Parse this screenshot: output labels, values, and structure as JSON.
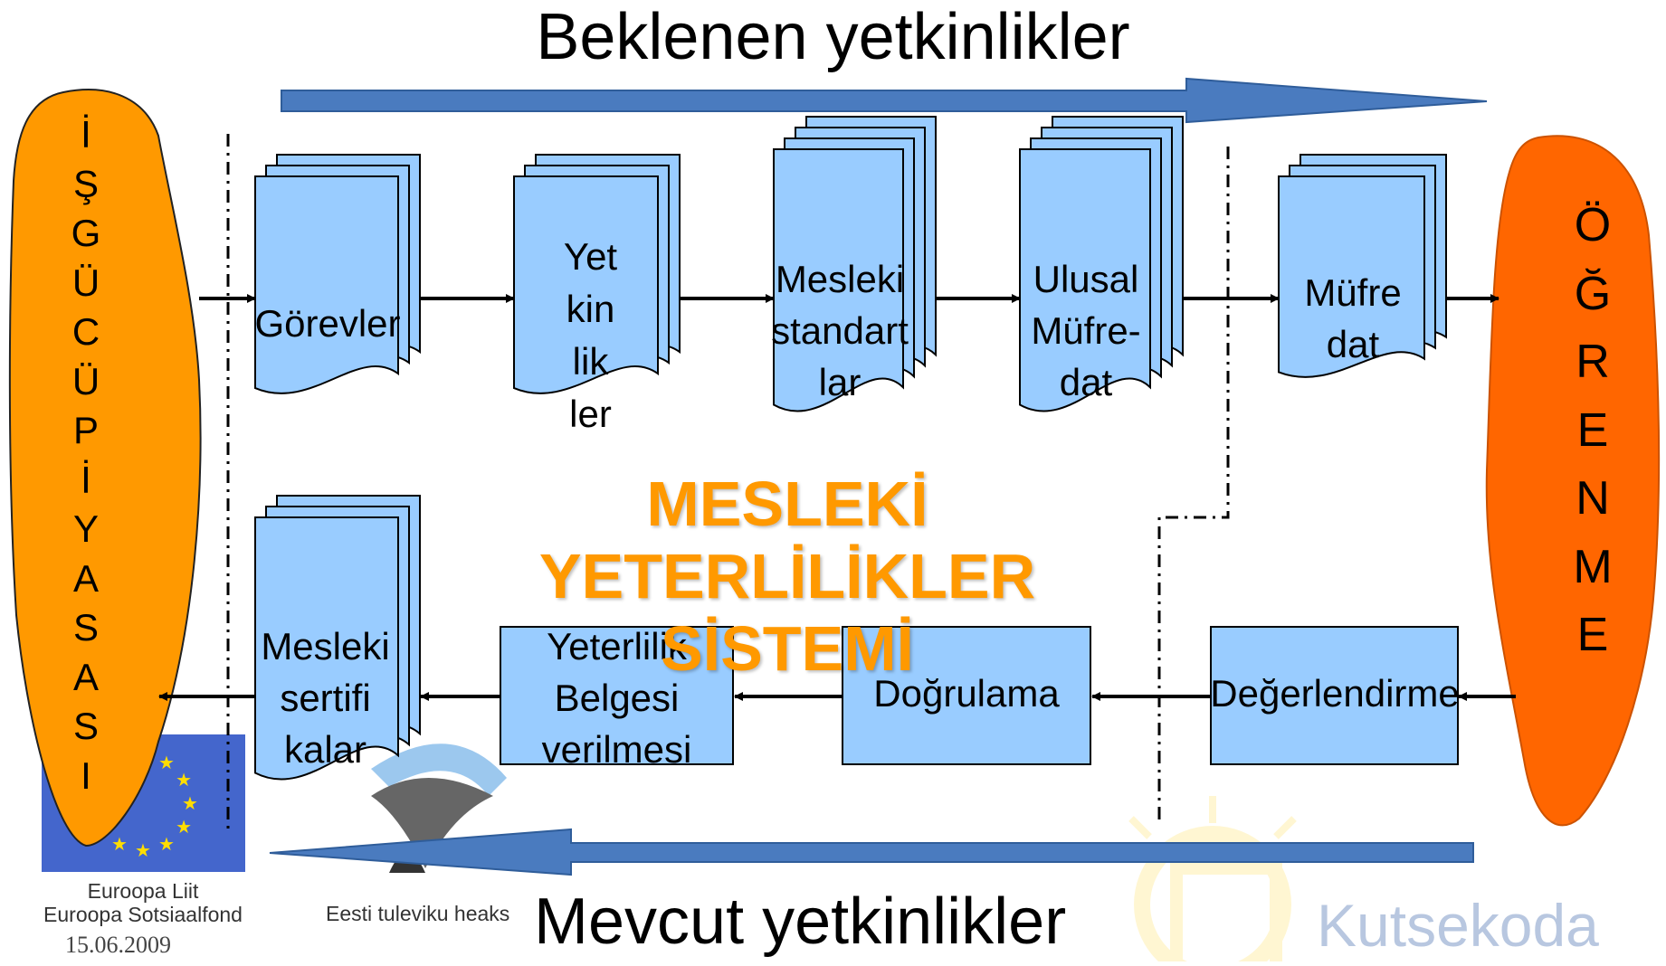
{
  "header": {
    "title_top": "Beklenen yetkinlikler",
    "title_bottom": "Mevcut yetkinlikler"
  },
  "left_blob": {
    "letters": [
      "İ",
      "Ş",
      "G",
      "Ü",
      "C",
      "Ü",
      "P",
      "İ",
      "Y",
      "A",
      "S",
      "A",
      "S",
      "I"
    ],
    "color": "#ff9900"
  },
  "right_blob": {
    "letters": [
      "Ö",
      "Ğ",
      "R",
      "E",
      "N",
      "M",
      "E"
    ],
    "color": "#ff6600"
  },
  "top_docs": [
    {
      "lines": [
        "Görevler"
      ]
    },
    {
      "lines": [
        "Yet",
        "kin",
        "lik",
        "ler"
      ]
    },
    {
      "lines": [
        "Mesleki",
        "standart",
        "lar"
      ]
    },
    {
      "lines": [
        "Ulusal",
        "Müfre-",
        "dat"
      ]
    },
    {
      "lines": [
        "Müfre",
        "dat"
      ]
    }
  ],
  "bottom_doc": {
    "lines": [
      "Mesleki",
      "sertifi",
      "kalar"
    ]
  },
  "bottom_boxes": [
    {
      "lines": [
        "Yeterlilik",
        "Belgesi",
        "verilmesi"
      ]
    },
    {
      "lines": [
        "Doğrulama"
      ]
    },
    {
      "lines": [
        "Değerlendirme"
      ]
    }
  ],
  "center_title": {
    "lines": [
      "MESLEKİ",
      "YETERLİLİKLER",
      "SİSTEMİ"
    ]
  },
  "footer": {
    "eu_line1": "Euroopa Liit",
    "eu_line2": "Euroopa Sotsiaalfond",
    "estonia": "Eesti tuleviku heaks",
    "brand": "Kutsekoda",
    "date": "15.06.2009"
  },
  "colors": {
    "doc_fill": "#99ccff",
    "arrow_blue": "#4a7bbf",
    "eu_blue": "#4466cc",
    "star": "#ffdd00",
    "center_title": "#ff9900"
  }
}
